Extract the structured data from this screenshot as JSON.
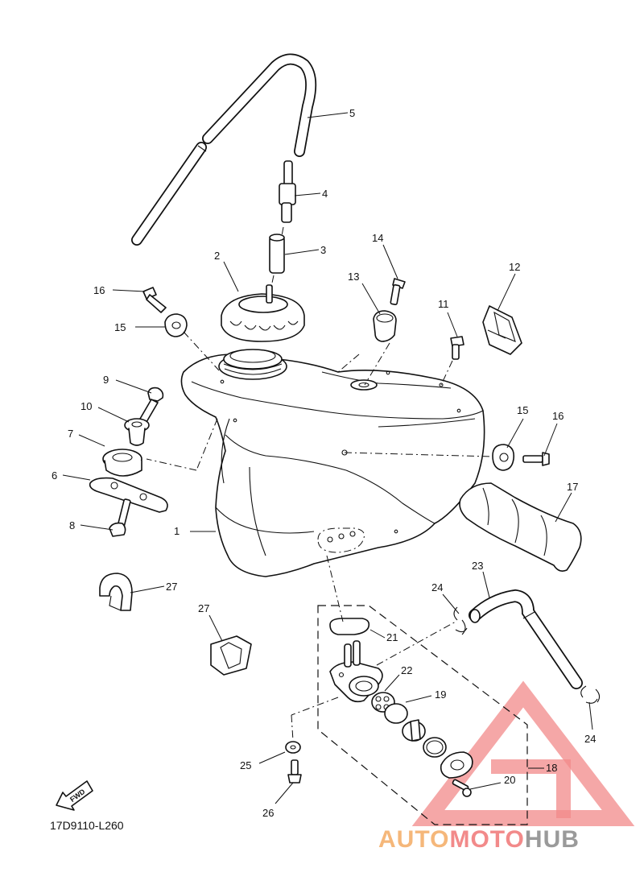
{
  "diagram": {
    "drawing_code": "17D9110-L260",
    "fwd_label": "FWD",
    "callouts": [
      {
        "id": "c1",
        "label": "1"
      },
      {
        "id": "c2",
        "label": "2"
      },
      {
        "id": "c3",
        "label": "3"
      },
      {
        "id": "c4",
        "label": "4"
      },
      {
        "id": "c5",
        "label": "5"
      },
      {
        "id": "c6",
        "label": "6"
      },
      {
        "id": "c7",
        "label": "7"
      },
      {
        "id": "c8",
        "label": "8"
      },
      {
        "id": "c9",
        "label": "9"
      },
      {
        "id": "c10",
        "label": "10"
      },
      {
        "id": "c11",
        "label": "11"
      },
      {
        "id": "c12",
        "label": "12"
      },
      {
        "id": "c13",
        "label": "13"
      },
      {
        "id": "c14",
        "label": "14"
      },
      {
        "id": "c15a",
        "label": "15"
      },
      {
        "id": "c15b",
        "label": "15"
      },
      {
        "id": "c16a",
        "label": "16"
      },
      {
        "id": "c16b",
        "label": "16"
      },
      {
        "id": "c17",
        "label": "17"
      },
      {
        "id": "c18",
        "label": "18"
      },
      {
        "id": "c19",
        "label": "19"
      },
      {
        "id": "c20",
        "label": "20"
      },
      {
        "id": "c21",
        "label": "21"
      },
      {
        "id": "c22",
        "label": "22"
      },
      {
        "id": "c23",
        "label": "23"
      },
      {
        "id": "c24a",
        "label": "24"
      },
      {
        "id": "c24b",
        "label": "24"
      },
      {
        "id": "c25",
        "label": "25"
      },
      {
        "id": "c26",
        "label": "26"
      },
      {
        "id": "c27a",
        "label": "27"
      },
      {
        "id": "c27b",
        "label": "27"
      }
    ]
  },
  "watermark": {
    "part1": "AUTO",
    "part2": "MOTO",
    "part3": "HUB",
    "color_light": "#f5b77a",
    "color_red": "#f28a8a",
    "color_gray": "#9a9a9a"
  }
}
